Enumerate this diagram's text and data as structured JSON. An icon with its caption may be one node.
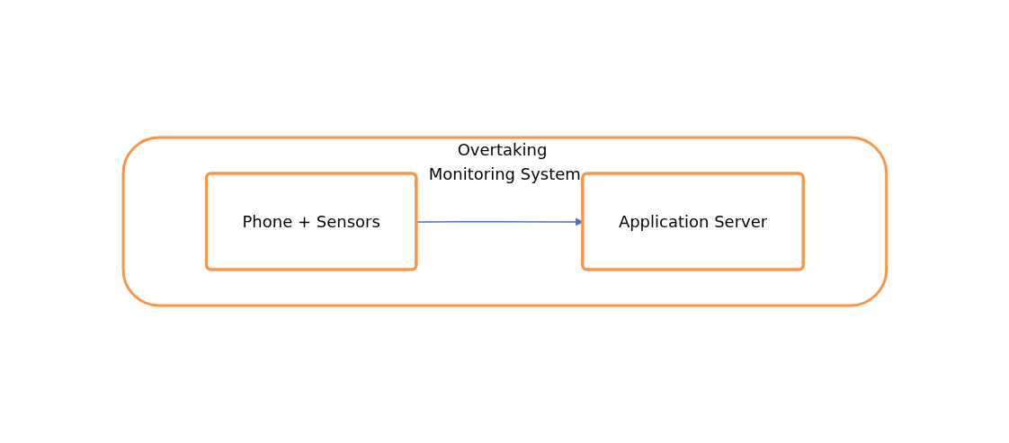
{
  "diagram": {
    "nodes": [
      {
        "text": [
          "Overtaking Monitoring System"
        ]
      },
      {
        "text": [
          "Phone + Sensors"
        ],
        "in": 0
      },
      {
        "text": [
          "Application Server"
        ],
        "in": 0
      }
    ],
    "edges": [
      {
        "from": 1,
        "to": 2,
        "arrow": "to"
      }
    ]
  }
}
